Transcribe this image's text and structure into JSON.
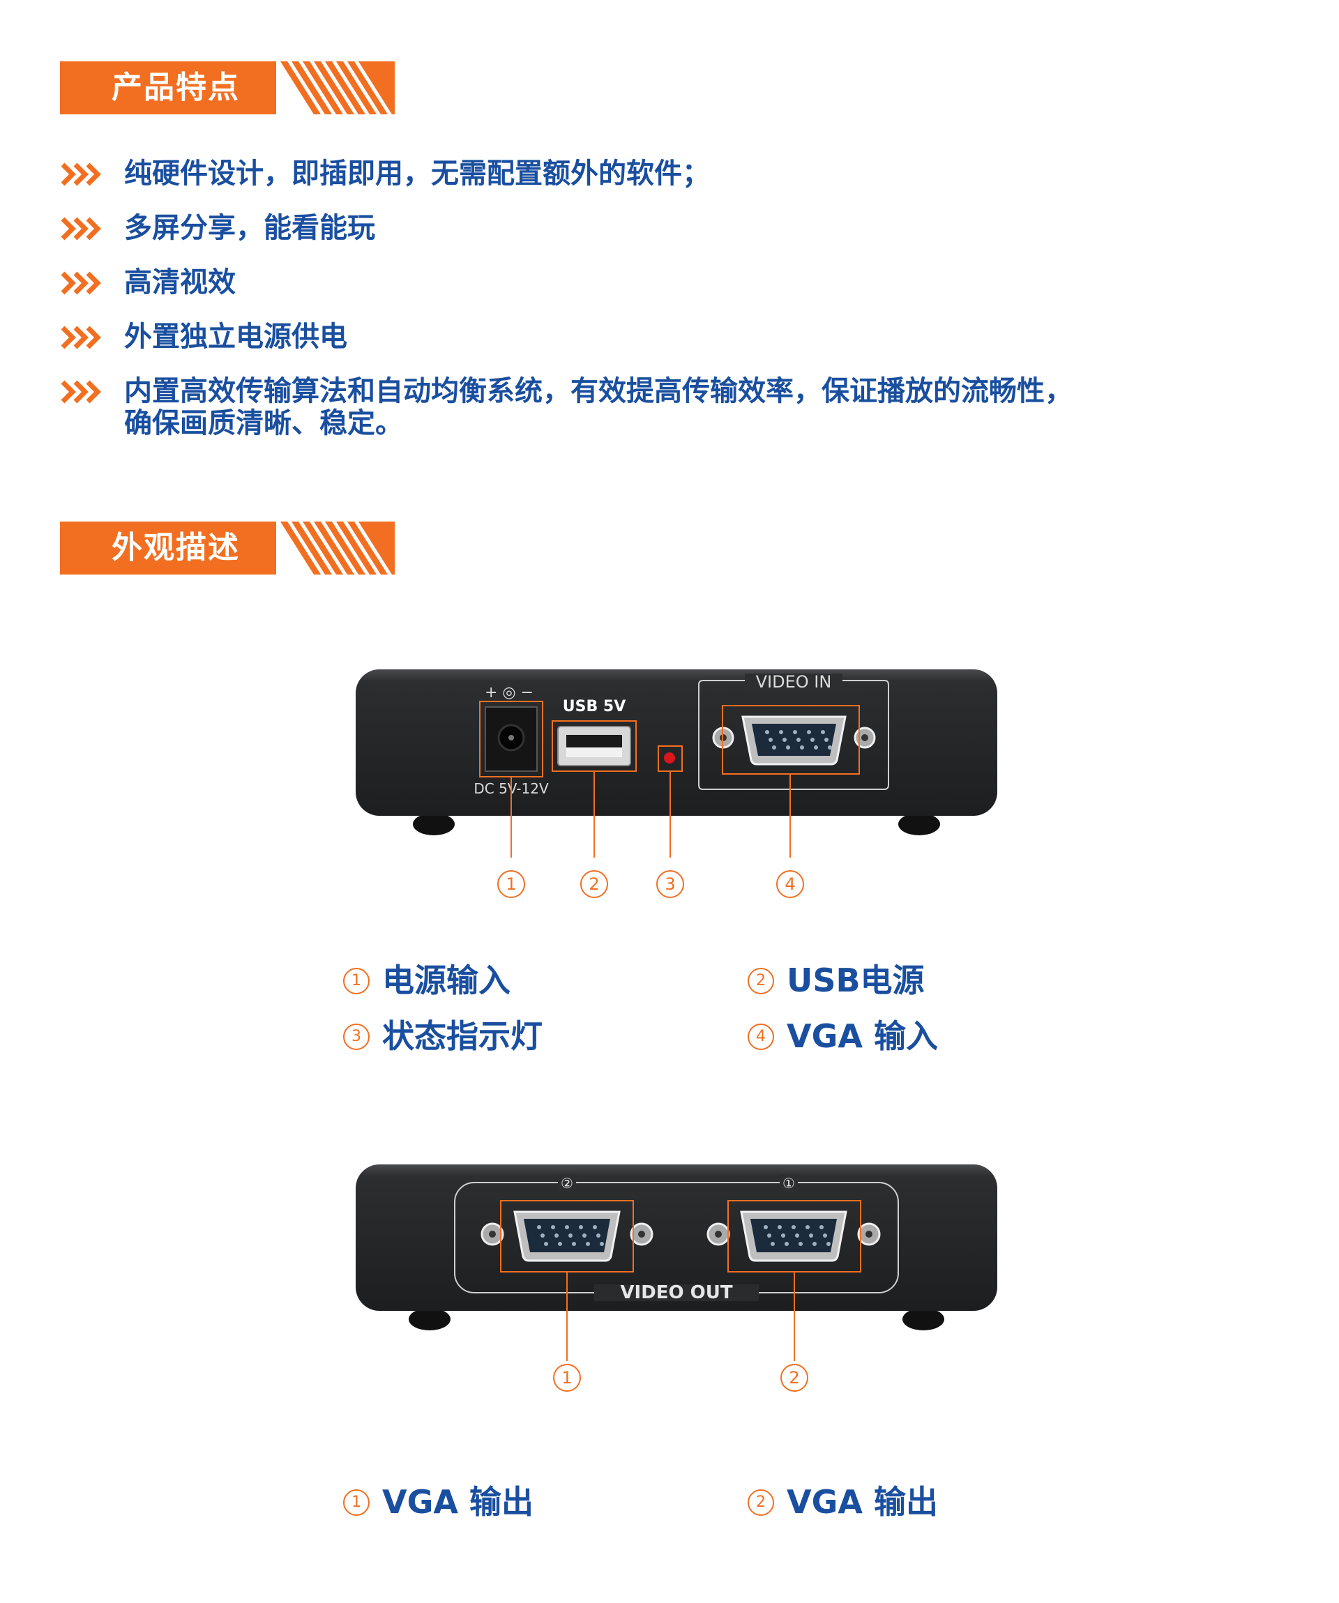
{
  "sections": {
    "features_title": "产品特点",
    "appearance_title": "外观描述"
  },
  "features": [
    "纯硬件设计，即插即用，无需配置额外的软件；",
    "多屏分享，能看能玩",
    "高清视效",
    "外置独立电源供电",
    "内置高效传输算法和自动均衡系统，有效提高传输效率，保证播放的流畅性，\n确保画质清晰、稳定。"
  ],
  "front_panel": {
    "power_symbol": "+ ◎ −",
    "dc_label": "DC 5V-12V",
    "usb_label": "USB 5V",
    "video_in_label": "VIDEO IN",
    "callouts": [
      "1",
      "2",
      "3",
      "4"
    ],
    "legend": [
      {
        "num": "1",
        "label": "电源输入"
      },
      {
        "num": "2",
        "label": "USB电源"
      },
      {
        "num": "3",
        "label": "状态指示灯"
      },
      {
        "num": "4",
        "label": "VGA 输入"
      }
    ]
  },
  "back_panel": {
    "port2_mark": "②",
    "port1_mark": "①",
    "video_out_label": "VIDEO OUT",
    "callouts": [
      "1",
      "2"
    ],
    "legend": [
      {
        "num": "1",
        "label": "VGA 输出"
      },
      {
        "num": "2",
        "label": "VGA 输出"
      }
    ]
  },
  "colors": {
    "accent_orange": "#f26f21",
    "text_blue": "#1a4fa0",
    "device_body": "#2b2c2e"
  }
}
